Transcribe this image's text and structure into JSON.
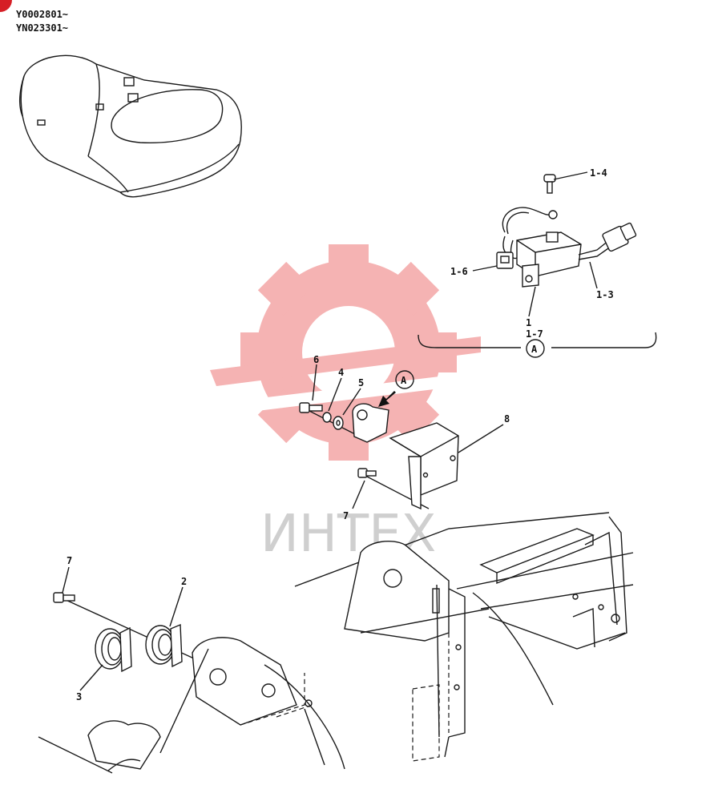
{
  "serials": [
    "Y0002801~",
    "YN023301~"
  ],
  "watermark": {
    "text": "ИНТЕХ",
    "color": "#f4a6a6"
  },
  "detail_marker": "A",
  "callouts": {
    "c1": "1",
    "c1_3": "1-3",
    "c1_4": "1-4",
    "c1_6": "1-6",
    "c1_7": "1-7",
    "c2": "2",
    "c3": "3",
    "c4": "4",
    "c5": "5",
    "c6": "6",
    "c7a": "7",
    "c7b": "7",
    "c8": "8"
  },
  "corner_badge_color": "#d61f26"
}
